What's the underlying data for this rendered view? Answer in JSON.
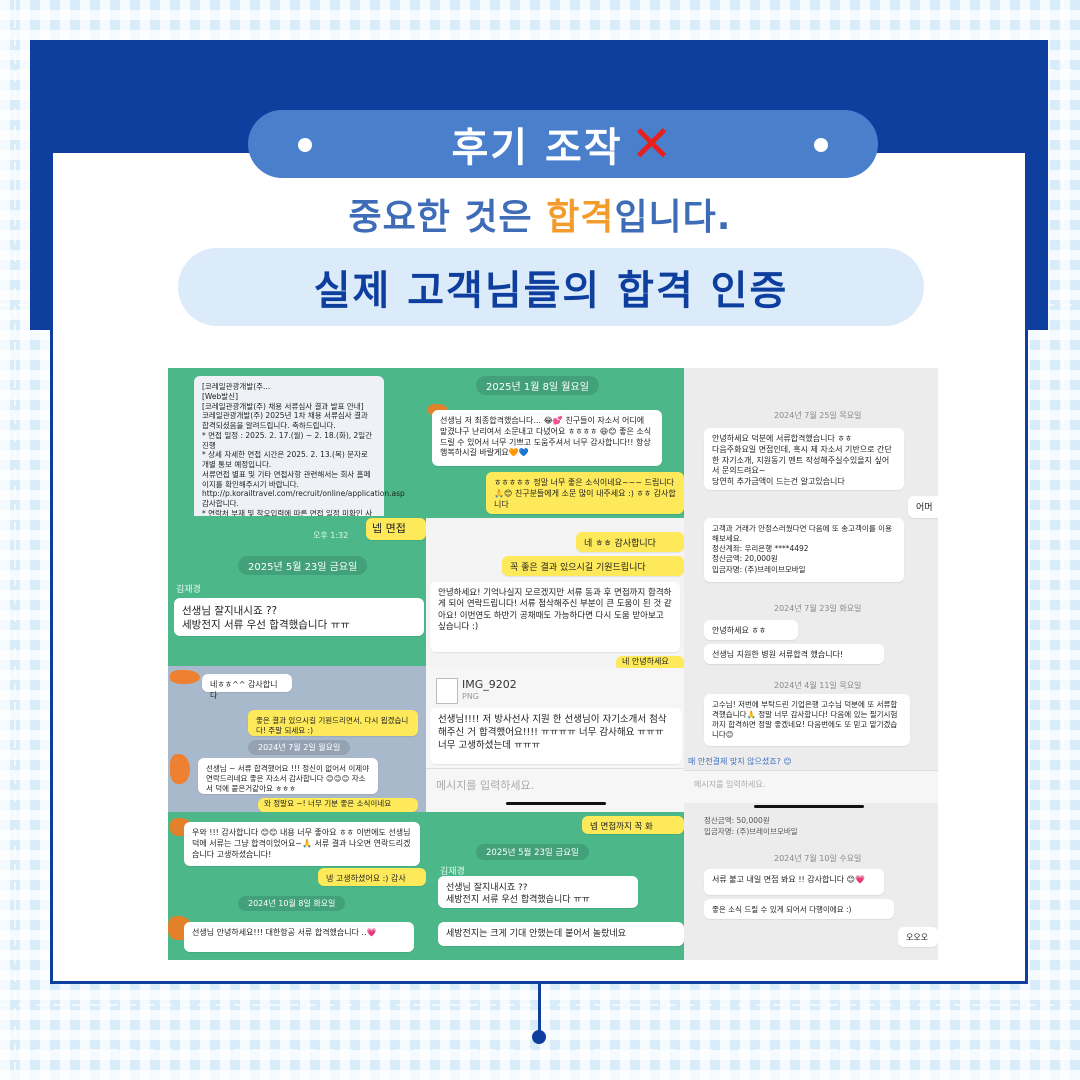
{
  "header": {
    "badge_text": "후기 조작",
    "badge_icon": "red-x-icon",
    "subtitle_prefix": "중요한 것은 ",
    "subtitle_accent": "합격",
    "subtitle_suffix": "입니다.",
    "main_title": "실제 고객님들의 합격 인증"
  },
  "colors": {
    "navy": "#0e3f9e",
    "pill_blue": "#4a7fcc",
    "accent_orange": "#f39c2b",
    "light_pill": "#dcebfa",
    "chat_green": "#4cb88a"
  },
  "collage": {
    "p1": {
      "notice": "[코레일관광개발(주...\n[Web발신]\n[코레일관광개발(주) 채용 서류심사 결과 발표 안내]\n코레일관광개발(주) 2025년 1차 채용 서류심사 결과 합격되셨음을 알려드립니다. 축하드립니다.\n* 면접 일정 : 2025. 2. 17.(월) ~ 2. 18.(화), 2일간 진행\n* 상세 자세한 면접 시간은 2025. 2. 13.(목) 문자로 개별 통보 예정입니다.\n서류면접 별표 및 기타 면접사항 관련해서는 회사 홈페이지를 확인해주시기 바랍니다.\nhttp://p.korailtravel.com/recruit/online/application.asp\n감사합니다.\n* 연락처 부재 및 착오입력에 따른 면접 일정 미확인 사항은 당사에서 책임지지 않습니다.",
      "yellow": "넵 면접",
      "time": "오후 1:32"
    },
    "p2": {
      "date": "2025년 1월 8일 월요일",
      "msg1": "선생님 저 최종합격했습니다... 😂💕 친구들이 자소서 어디에 맡겼냐구 난리여서 소문내고 다녔어요 ㅎㅎㅎㅎ 😆😊 좋은 소식 드릴 수 있어서 너무 기쁘고 도움주셔서 너무 감사합니다!! 항상 행복하시길 바랄게요🧡💙",
      "msg2": "ㅎㅎㅎㅎㅎ 정말 너무 좋은 소식이네요~~~ 드립니다 🙏😊 친구분들에게 소문 많이 내주세요 :) ㅎㅎ 감사합니다"
    },
    "p3": {
      "lines": [
        "안녕하세요 덕분에 서류합격했습니다 ㅎㅎ",
        "다음주화요일 면접인데, 혹시 제 자소서 기반으로 간단한 자기소개, 지원동기 멘트 작성해주실수있을지 싶어서 문의드려요~",
        "당연히 추가금액이 드는건 알고있습니다"
      ],
      "date1": "2024년 7월 25일 목요일",
      "right": "어머",
      "info": "고객과 거래가 안정스러웠다면 다음에 또 송고객이를 이용해보세요.\n정산계좌: 우리은행 ****4492\n정산금액: 20,000원\n입금자명: (주)브레이브모바일",
      "date2": "2024년 7월 23일 화요일",
      "hello": "안녕하세요 ㅎㅎ",
      "pass": "선생님 지원한 병원 서류합격 했습니다!",
      "date3": "2024년 4월 11일 목요일",
      "msg": "고수님! 저번에 부탁드린 기업은행 고수님 덕분에 또 서류합격했습니다🙏 정말 너무 감사합니다! 다음에 있는 필기시험까지 합격하면 정말 좋겠네요! 다음번에도 또 믿고 맡기겠습니다😊",
      "footer": "매 안전결제 맞지 않으셨죠? 😊",
      "input": "메시지를 입력하세요."
    },
    "p4": {
      "name": "김재경",
      "date": "2025년 5월 23일 금요일",
      "msg": "선생님 잘지내시죠 ??\n세방전지 서류 우선 합격했습니다 ㅠㅠ"
    },
    "p5": {
      "yellow1": "네 ㅎㅎ 감사합니다",
      "yellow2": "꼭 좋은 결과 있으시길 기원드립니다",
      "msg": "안녕하세요! 기억나실지 모르겠지만 서류 동과 후 면접까지 합격하게 되어 연락드립니다! 서류 첨삭해주신 부분이 큰 도움이 된 것 같아요! 이번연도 하반기 공채때도 가능하다면 다시 도움 받아보고 싶습니다 :)",
      "yellow3": "네 안녕하세요"
    },
    "p6": {
      "file": "IMG_9202",
      "file_type": "PNG",
      "msg": "선생님!!!! 저 방사선사 지원 한 선생님이 자기소개서 첨삭 해주신 거 합격했어요!!!! ㅠㅠㅠㅠ 너무 감사해요 ㅠㅠㅠ 너무 고생하셨는데 ㅠㅠㅠ",
      "input": "메시지를 입력하세요."
    },
    "p7": {
      "thanks": "네ㅎㅎ^^ 감사합니다",
      "yellow": "좋은 결과 있으시길 기원드리면서, 다시 뵙겠습니다! 주말 되세요 :)",
      "date": "2024년 7월 2일 월요일",
      "msg": "선생님 ~ 서류 합격했어요 !!! 정신이 없어서 이제야 연락드리네요 좋은 자소서 감사합니다 😊😊😊 자소서 덕에 붙은거같아요 ㅎㅎㅎ",
      "yellow2": "와 정말요 ~! 너무 기분 좋은 소식이네요"
    },
    "p8": {
      "msg": "우와 !!! 감사합니다 😊😊 내용 너무 좋아요 ㅎㅎ 이번에도 선생님 덕에 서류는 그냥 합격이었어요~🙏 서류 결과 나오면 연락드리겠습니다 고생하셨습니다!",
      "yellow": "넹 고생하셨어요 :) 감사",
      "date": "2024년 10월 8일 화요일",
      "msg2": "선생님 안녕하세요!!! 대한항공 서류 합격했습니다 ..💗"
    },
    "p9": {
      "yellow": "넵 면접까지 꼭 화",
      "date": "2025년 5월 23일 금요일",
      "name": "김재경",
      "msg": "선생님 잘지내시죠 ??\n세방전지 서류 우선 합격했습니다 ㅠㅠ",
      "msg2": "세방전지는 크게 기대 안했는데 붙어서 놀랐네요"
    },
    "p10": {
      "info": "정산금액: 50,000원\n입금자명: (주)브레이브모바일",
      "date": "2024년 7월 10일 수요일",
      "msg": "서류 붙고 내일 면접 봐요 !! 감사합니다 😊💗",
      "msg2": "좋은 소식 드릴 수 있게 되어서 다행이에요 :)",
      "right": "오오오"
    }
  }
}
